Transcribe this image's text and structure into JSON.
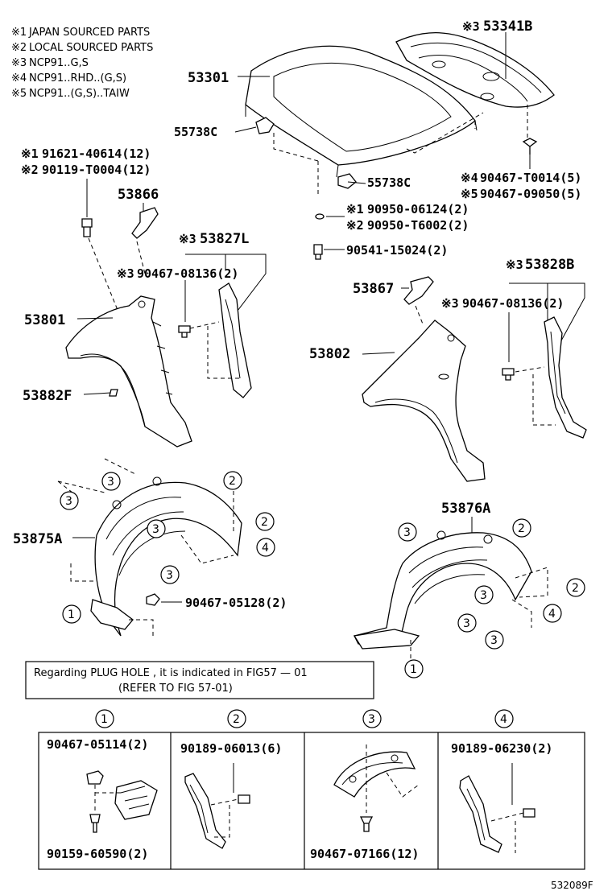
{
  "notes": [
    {
      "mark": "※1",
      "text": "JAPAN SOURCED PARTS"
    },
    {
      "mark": "※2",
      "text": "LOCAL SOURCED PARTS"
    },
    {
      "mark": "※3",
      "text": "NCP91..G,S"
    },
    {
      "mark": "※4",
      "text": "NCP91..RHD..(G,S)"
    },
    {
      "mark": "※5",
      "text": "NCP91..(G,S)..TAIW"
    }
  ],
  "parts": {
    "p53341B": {
      "mark": "※3",
      "num": "53341B"
    },
    "p53301": {
      "num": "53301"
    },
    "p55738C_l": {
      "num": "55738C"
    },
    "p55738C_r": {
      "num": "55738C"
    },
    "p90467_T0014": {
      "mark": "※4",
      "num": "90467-T0014(5)"
    },
    "p90467_09050": {
      "mark": "※5",
      "num": "90467-09050(5)"
    },
    "p91621": {
      "mark": "※1",
      "num": "91621-40614(12)"
    },
    "p90119": {
      "mark": "※2",
      "num": "90119-T0004(12)"
    },
    "p53866": {
      "num": "53866"
    },
    "p53827L": {
      "mark": "※3",
      "num": "53827L"
    },
    "p90467_08136_l": {
      "mark": "※3",
      "num": "90467-08136(2)"
    },
    "p90950_06124": {
      "mark": "※1",
      "num": "90950-06124(2)"
    },
    "p90950_T6002": {
      "mark": "※2",
      "num": "90950-T6002(2)"
    },
    "p90541": {
      "num": "90541-15024(2)"
    },
    "p53801": {
      "num": "53801"
    },
    "p53882F": {
      "num": "53882F"
    },
    "p53867": {
      "num": "53867"
    },
    "p53828B": {
      "mark": "※3",
      "num": "53828B"
    },
    "p90467_08136_r": {
      "mark": "※3",
      "num": "90467-08136(2)"
    },
    "p53802": {
      "num": "53802"
    },
    "p53875A": {
      "num": "53875A"
    },
    "p90467_05128": {
      "num": "90467-05128(2)"
    },
    "p53876A": {
      "num": "53876A"
    }
  },
  "callouts": {
    "c1": "1",
    "c2": "2",
    "c3": "3",
    "c4": "4"
  },
  "refnote": {
    "line1": "Regarding  PLUG HOLE , it is indicated  in  FIG57 — 01",
    "line2": "(REFER TO FIG  57-01)"
  },
  "detail_boxes": [
    {
      "circle": "1",
      "top": "90467-05114(2)",
      "bottom": "90159-60590(2)"
    },
    {
      "circle": "2",
      "top": "90189-06013(6)"
    },
    {
      "circle": "3",
      "bottom": "90467-07166(12)"
    },
    {
      "circle": "4",
      "top": "90189-06230(2)"
    }
  ],
  "figure_id": "532089F"
}
